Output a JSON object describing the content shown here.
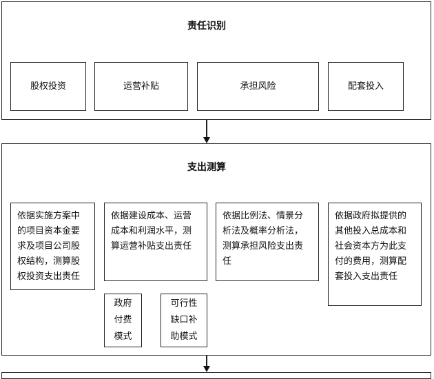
{
  "section1": {
    "title": "责任识别",
    "items": [
      "股权投资",
      "运营补贴",
      "承担风险",
      "配套投入"
    ]
  },
  "section2": {
    "title": "支出测算",
    "boxes": [
      [
        "依据实施方案中",
        "的项目资本金要",
        "求及项目公司股",
        "权结构，测算股",
        "权投资支出责任"
      ],
      [
        "依据建设成本、运营",
        "成本和利润水平，测",
        "算运营补贴支出责任"
      ],
      [
        "依据比例法、情景分",
        "析法及概率分析法，",
        "测算承担风险支出责",
        "任"
      ],
      [
        "依据政府拟提供的",
        "其他投入总成本和",
        "社会资本方为此支",
        "付的费用，测算配",
        "套投入支出责任"
      ]
    ],
    "sub_boxes": [
      [
        "政府",
        "付费",
        "模式"
      ],
      [
        "可行性",
        "缺口补",
        "助模式"
      ]
    ]
  }
}
